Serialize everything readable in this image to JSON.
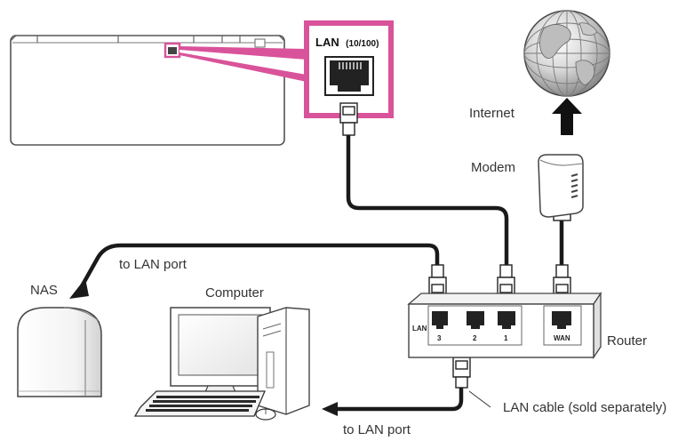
{
  "labels": {
    "lan_port_title": "LAN",
    "lan_port_speed": "(10/100)",
    "internet": "Internet",
    "modem": "Modem",
    "nas": "NAS",
    "computer": "Computer",
    "router": "Router",
    "to_lan_port_top": "to LAN port",
    "to_lan_port_bottom": "to LAN port",
    "lan_cable": "LAN cable (sold separately)"
  },
  "router_ports": {
    "lan_label": "LAN",
    "port_3": "3",
    "port_2": "2",
    "port_1": "1",
    "wan": "WAN"
  },
  "colors": {
    "highlight": "#d9539a",
    "cable": "#1a1a1a",
    "device_outline": "#555555"
  }
}
